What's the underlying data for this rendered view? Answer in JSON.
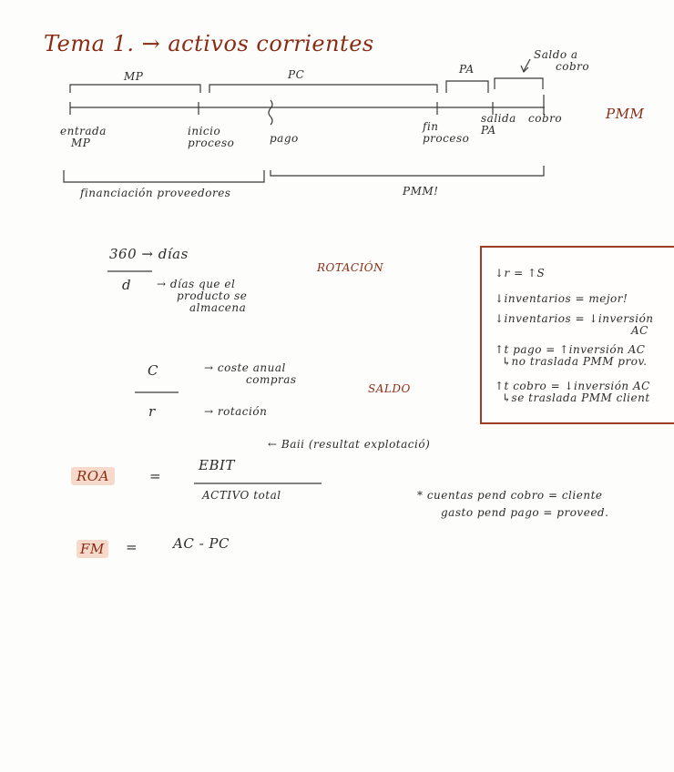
{
  "title": {
    "prefix": "Tema",
    "number": "1.",
    "arrow": "→",
    "text": "activos corrientes"
  },
  "timeline": {
    "top_labels": {
      "mp": "MP",
      "pc": "PC",
      "pa": "PA",
      "saldo_cobro": [
        "Saldo a",
        "cobro"
      ]
    },
    "ticks": {
      "entrada": [
        "entrada",
        "MP"
      ],
      "inicio": [
        "inicio",
        "proceso"
      ],
      "pago": "pago",
      "fin": [
        "fin",
        "proceso"
      ],
      "salida": [
        "salida",
        "PA"
      ],
      "cobro": "cobro"
    },
    "pmm_right": "PMM",
    "bottom_left": "financiación proveedores",
    "bottom_right": "PMM!"
  },
  "rotation": {
    "numerator": "360",
    "num_arrow": "→ días",
    "denominator": "d",
    "den_note": [
      "→ días que el",
      "producto se",
      "almacena"
    ],
    "label": "ROTACIÓN"
  },
  "saldo": {
    "numerator": "C",
    "num_note": [
      "→ coste anual",
      "compras"
    ],
    "denominator": "r",
    "den_note": "→ rotación",
    "label": "SALDO"
  },
  "box": {
    "line1": "↓r = ↑S",
    "line2": "↓inventarios = mejor!",
    "line3": [
      "↓inventarios = ↓inversión",
      "AC"
    ],
    "line4": [
      "↑t pago = ↑inversión AC",
      "↳no traslada PMM prov."
    ],
    "line5": [
      "↑t cobro = ↓inversión AC",
      "↳se traslada PMM client"
    ]
  },
  "roa": {
    "label": "ROA",
    "equals": "=",
    "numerator": "EBIT",
    "note": "← Baii (resultat explotació)",
    "denominator": "ACTIVO total"
  },
  "notes": {
    "star": "*",
    "line1": "cuentas pend cobro = cliente",
    "line2": "gasto pend pago = proveed."
  },
  "fm": {
    "label": "FM",
    "equals": "=",
    "expr": "AC - PC"
  }
}
